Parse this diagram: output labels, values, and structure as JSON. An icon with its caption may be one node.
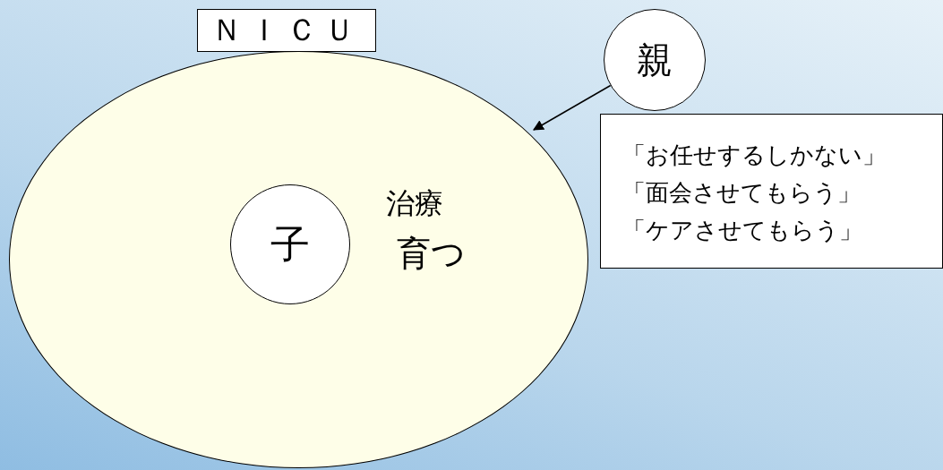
{
  "diagram": {
    "nodes": [
      {
        "text": [
          "ＮＩＣＵ"
        ]
      },
      {
        "text": [
          "治療",
          "育つ"
        ]
      },
      {
        "text": [
          "子"
        ],
        "in": 1
      },
      {
        "text": [
          "親"
        ]
      },
      {
        "text": [
          "「お任せするしかない」",
          "「面会させてもらう」",
          "「ケアさせてもらう」"
        ]
      }
    ],
    "edges": [
      {
        "from": 3,
        "to": 1,
        "arrow": "to"
      }
    ]
  }
}
